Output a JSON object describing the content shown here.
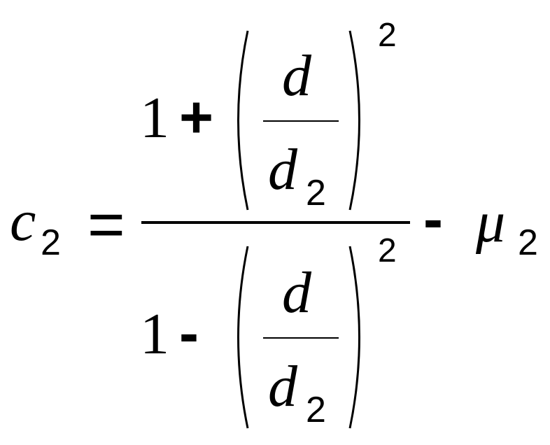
{
  "equation": {
    "lhs": {
      "symbol": "c",
      "subscript": "2"
    },
    "equals": "=",
    "numerator": {
      "one": "1",
      "operator": "+",
      "fraction": {
        "top": "d",
        "bottom": "d",
        "bottom_subscript": "2"
      },
      "exponent": "2"
    },
    "denominator": {
      "one": "1",
      "operator": "-",
      "fraction": {
        "top": "d",
        "bottom": "d",
        "bottom_subscript": "2"
      },
      "exponent": "2"
    },
    "minus": "-",
    "rhs": {
      "symbol": "μ",
      "subscript": "2"
    },
    "color": "#000000"
  }
}
